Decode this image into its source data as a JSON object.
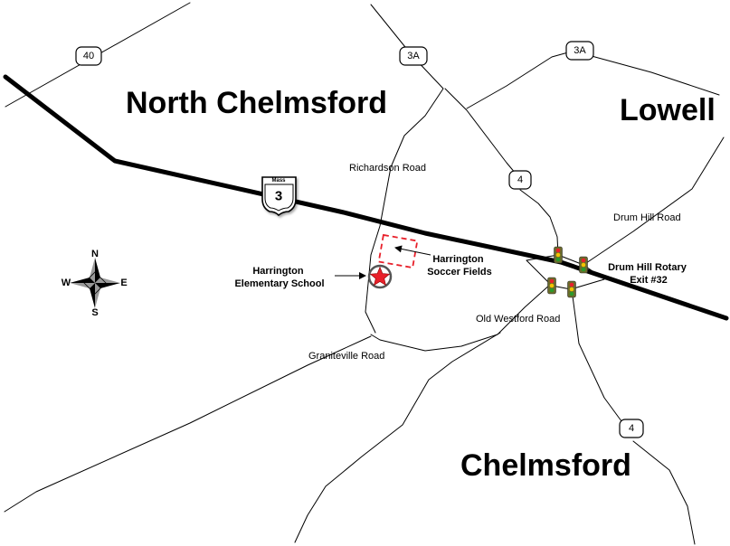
{
  "places": {
    "north_chelmsford": "North Chelmsford",
    "lowell": "Lowell",
    "chelmsford": "Chelmsford"
  },
  "shields": {
    "route_40": "40",
    "route_3a_left": "3A",
    "route_3a_right": "3A",
    "route_4_north": "4",
    "route_4_south": "4",
    "mass_3_top": "Mass",
    "mass_3_number": "3"
  },
  "roads": {
    "richardson": "Richardson Road",
    "drum_hill": "Drum Hill Road",
    "old_westford": "Old Westford Road",
    "graniteville": "Graniteville Road"
  },
  "poi": {
    "school_line1": "Harrington",
    "school_line2": "Elementary School",
    "fields_line1": "Harrington",
    "fields_line2": "Soccer Fields",
    "rotary_line1": "Drum Hill Rotary",
    "rotary_line2": "Exit #32"
  },
  "compass": {
    "n": "N",
    "s": "S",
    "e": "E",
    "w": "W"
  },
  "colors": {
    "school_marker": "#e8202a",
    "fields_outline": "#e8202a",
    "signal_red": "#e8202a",
    "signal_yellow": "#f2c200",
    "signal_green": "#2a9a2a"
  }
}
